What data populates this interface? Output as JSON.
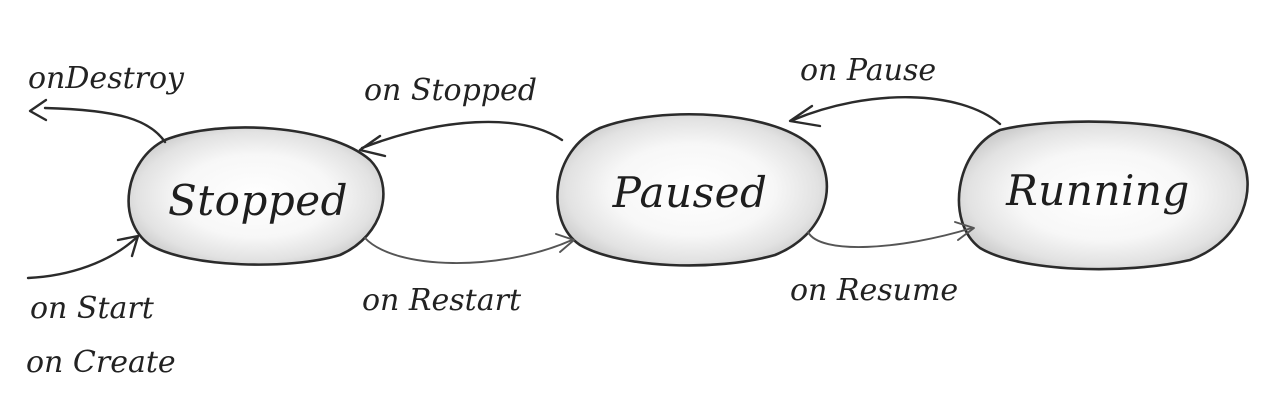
{
  "diagram": {
    "states": [
      {
        "id": "stopped",
        "label": "Stopped"
      },
      {
        "id": "paused",
        "label": "Paused"
      },
      {
        "id": "running",
        "label": "Running"
      }
    ],
    "transitions": {
      "on_destroy": "onDestroy",
      "on_stopped": "on Stopped",
      "on_restart": "on Restart",
      "on_pause": "on Pause",
      "on_resume": "on Resume",
      "on_start": "on Start",
      "on_create": "on Create"
    }
  }
}
